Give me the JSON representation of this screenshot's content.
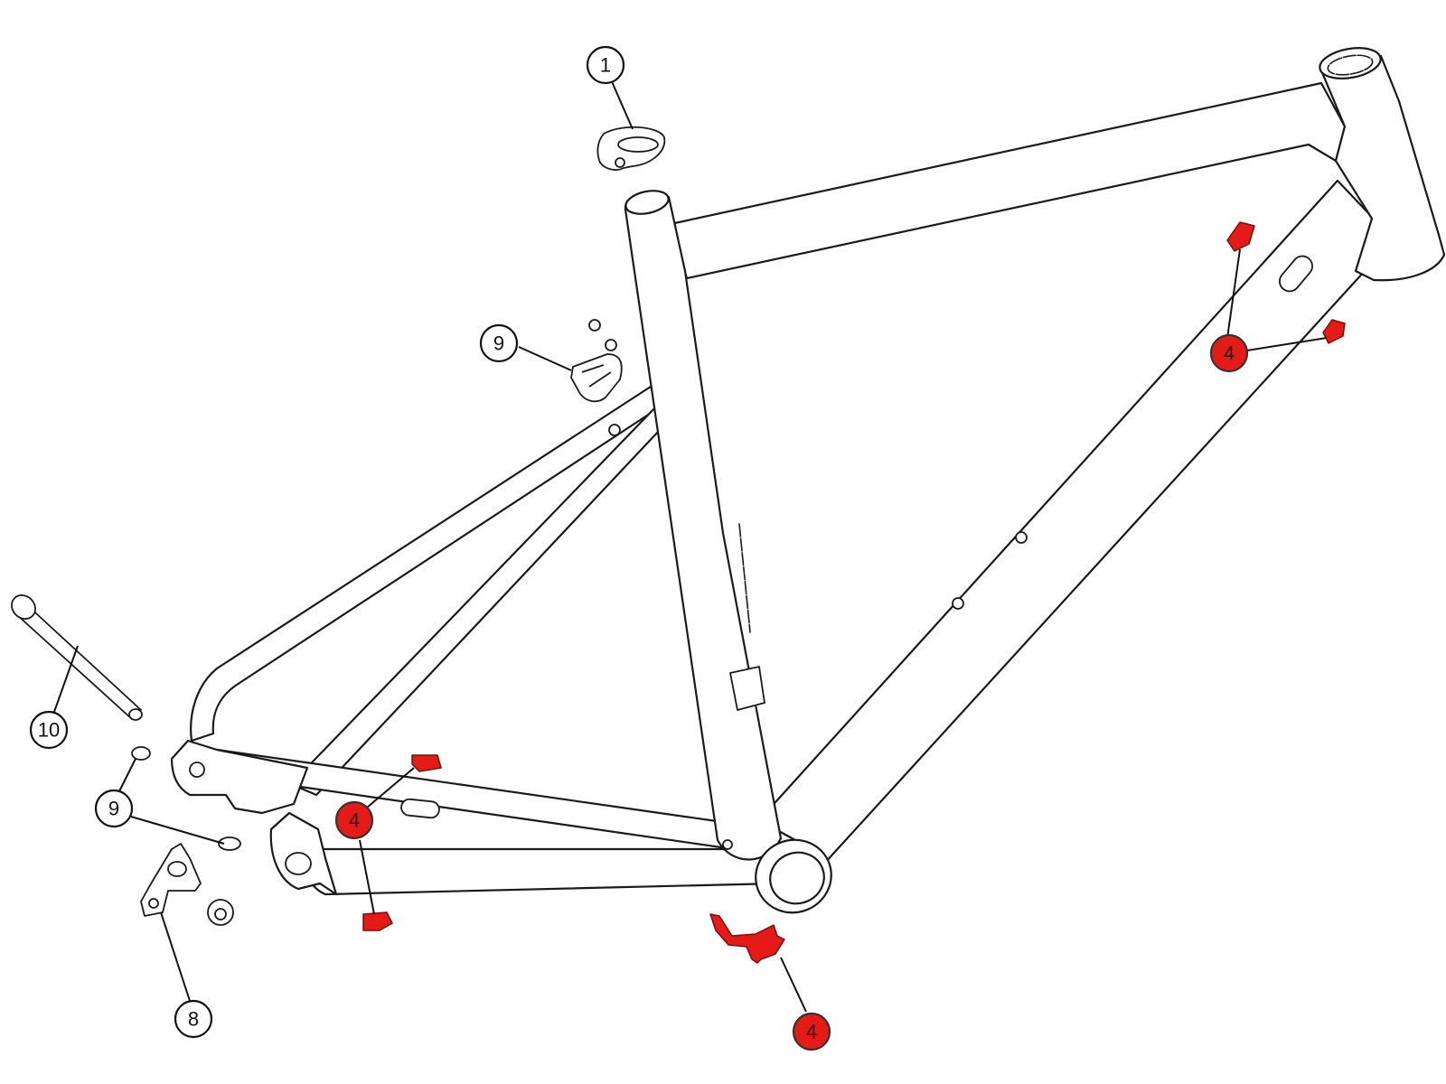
{
  "diagram": {
    "subject": "Bicycle frame exploded parts diagram",
    "highlight_color": "#e41b17",
    "callouts": [
      {
        "id": "c1",
        "label": "1",
        "part": "seatpost-clamp",
        "highlighted": false
      },
      {
        "id": "c4a",
        "label": "4",
        "part": "down-tube-cable-guides",
        "highlighted": true
      },
      {
        "id": "c4b",
        "label": "4",
        "part": "chainstay-cable-guides",
        "highlighted": true
      },
      {
        "id": "c4c",
        "label": "4",
        "part": "bottom-bracket-cable-guide",
        "highlighted": true
      },
      {
        "id": "c9a",
        "label": "9",
        "part": "seatstay-bridge-plate-and-bolts",
        "highlighted": false
      },
      {
        "id": "c9b",
        "label": "9",
        "part": "dropout-bolts",
        "highlighted": false
      },
      {
        "id": "c10",
        "label": "10",
        "part": "thru-axle",
        "highlighted": false
      },
      {
        "id": "c8",
        "label": "8",
        "part": "derailleur-hanger",
        "highlighted": false
      }
    ]
  }
}
